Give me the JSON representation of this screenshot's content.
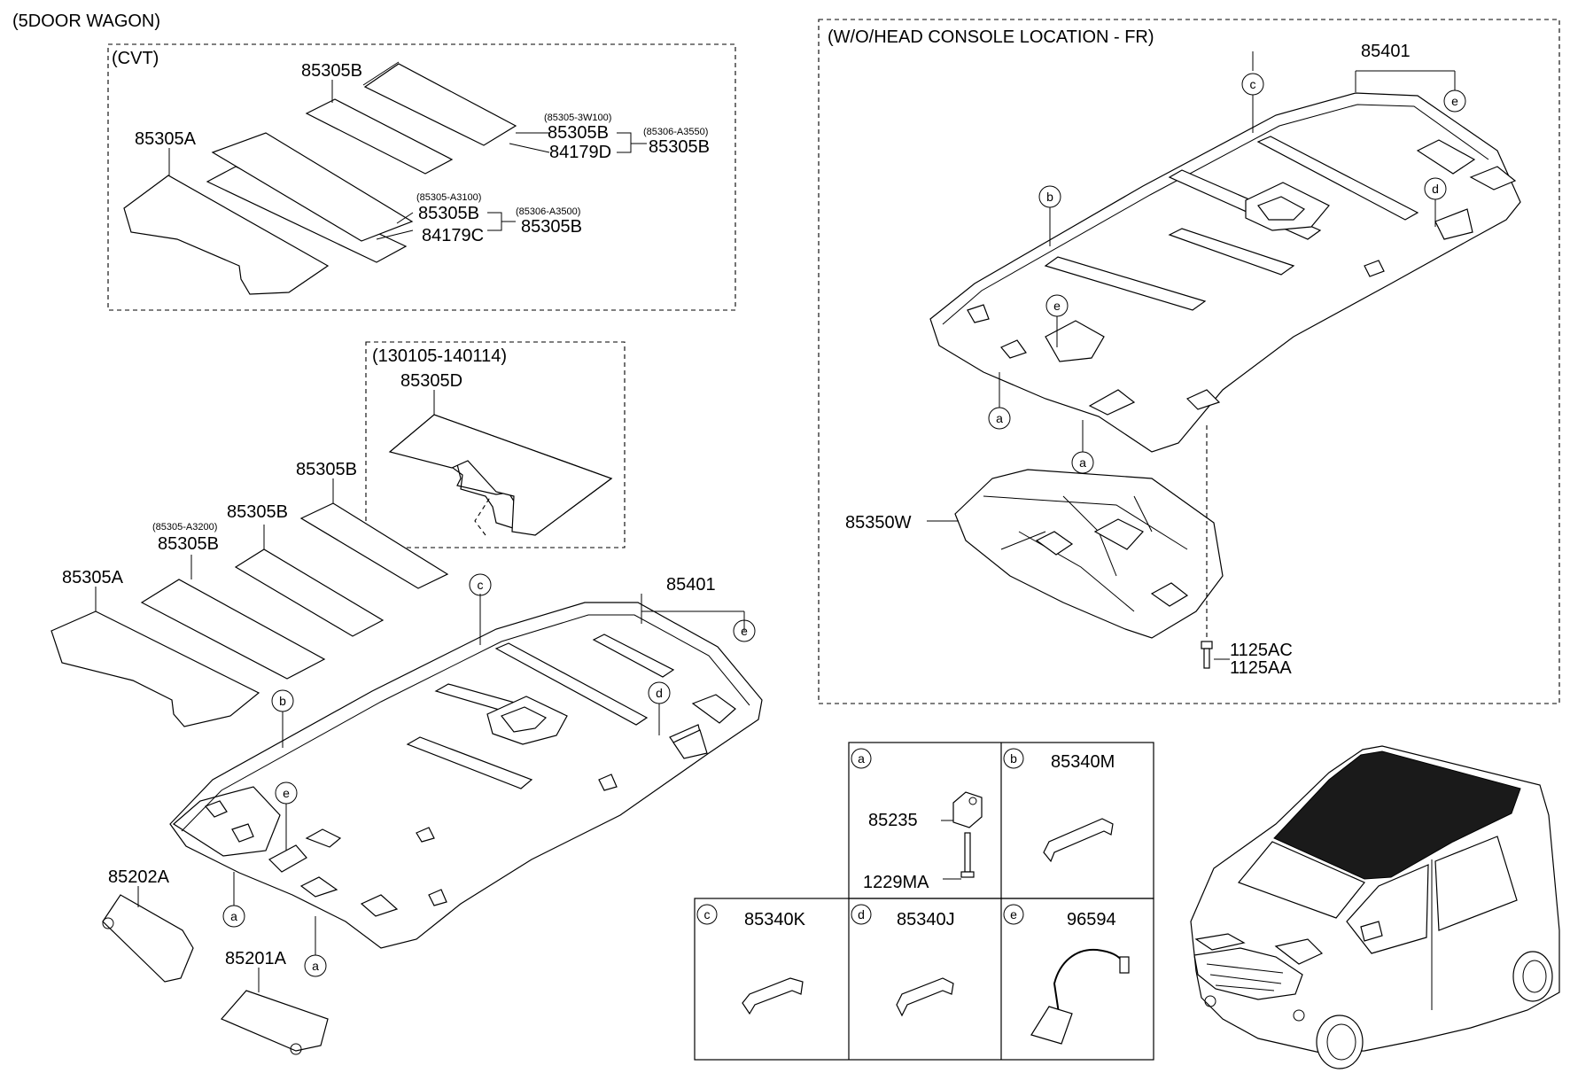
{
  "titles": {
    "main": "(5DOOR WAGON)",
    "cvt": "(CVT)",
    "date_range": "(130105-140114)",
    "wo_head": "(W/O/HEAD CONSOLE LOCATION - FR)"
  },
  "cvt_labels": {
    "p85305B_top": "85305B",
    "p85305A": "85305A",
    "ref1": "(85305-3W100)",
    "p85305B_r1": "85305B",
    "p84179D": "84179D",
    "ref2": "(85306-A3550)",
    "p85305B_r2": "85305B",
    "ref3": "(85305-A3100)",
    "p85305B_r3": "85305B",
    "p84179C": "84179C",
    "ref4": "(85306-A3500)",
    "p85305B_r4": "85305B"
  },
  "main_labels": {
    "p85305D": "85305D",
    "p85305B_a": "85305B",
    "p85305B_b": "85305B",
    "ref_a3200": "(85305-A3200)",
    "p85305B_c": "85305B",
    "p85305A": "85305A",
    "p85401": "85401",
    "p85202A": "85202A",
    "p85201A": "85201A"
  },
  "right_labels": {
    "p85401": "85401",
    "p85350W": "85350W",
    "p1125AC": "1125AC",
    "p1125AA": "1125AA"
  },
  "callouts": {
    "a": "a",
    "b": "b",
    "c": "c",
    "d": "d",
    "e": "e"
  },
  "legend": {
    "a_part1": "85235",
    "a_part2": "1229MA",
    "b_part": "85340M",
    "c_part": "85340K",
    "d_part": "85340J",
    "e_part": "96594"
  }
}
